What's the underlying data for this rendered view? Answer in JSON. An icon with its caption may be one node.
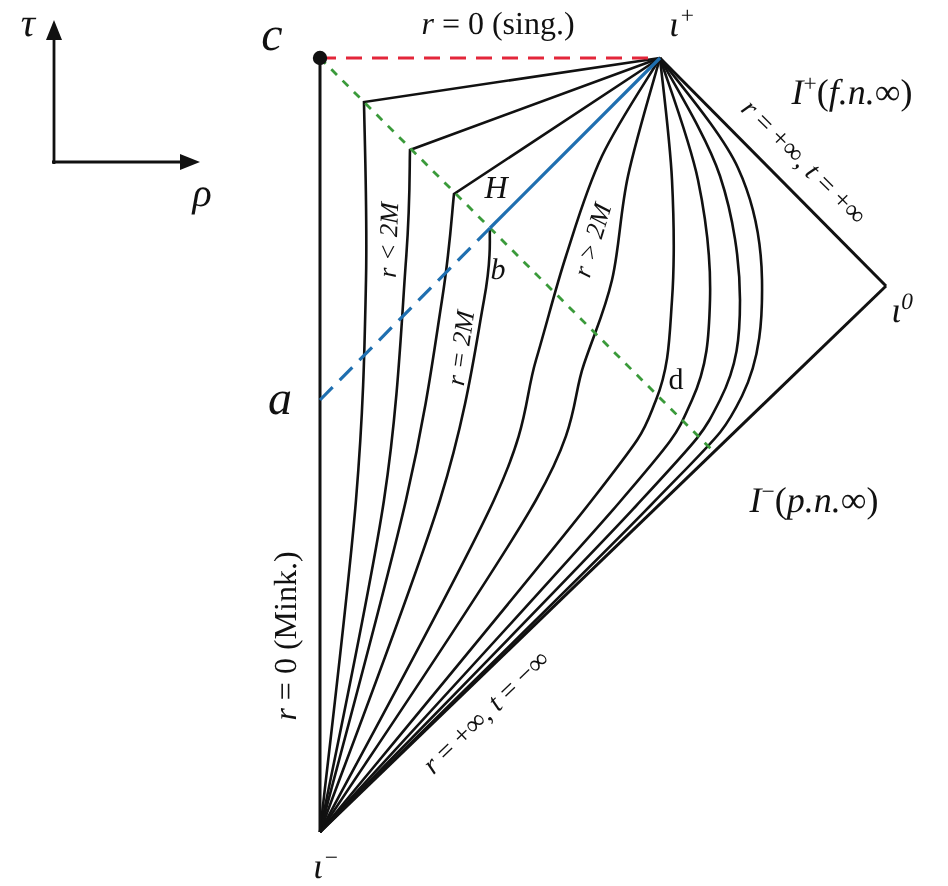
{
  "diagram": {
    "labels": [
      "τ",
      "c",
      "*r* = 0 (sing.)",
      "ι$^{+}$",
      "*I*$^{+}$(*f.n.*∞)",
      "*r* = +∞, *t* = +∞",
      "ρ",
      "r < 2M",
      "H",
      "r > 2M",
      "b",
      "r = 2M",
      "ι$^{0}$",
      "a",
      "d",
      "*I*$^{−}$(*p.n.*∞)",
      "*r* = 0 (Mink.)",
      "*r* = +∞, *t* = −∞",
      "ι$^{−}$"
    ]
  }
}
